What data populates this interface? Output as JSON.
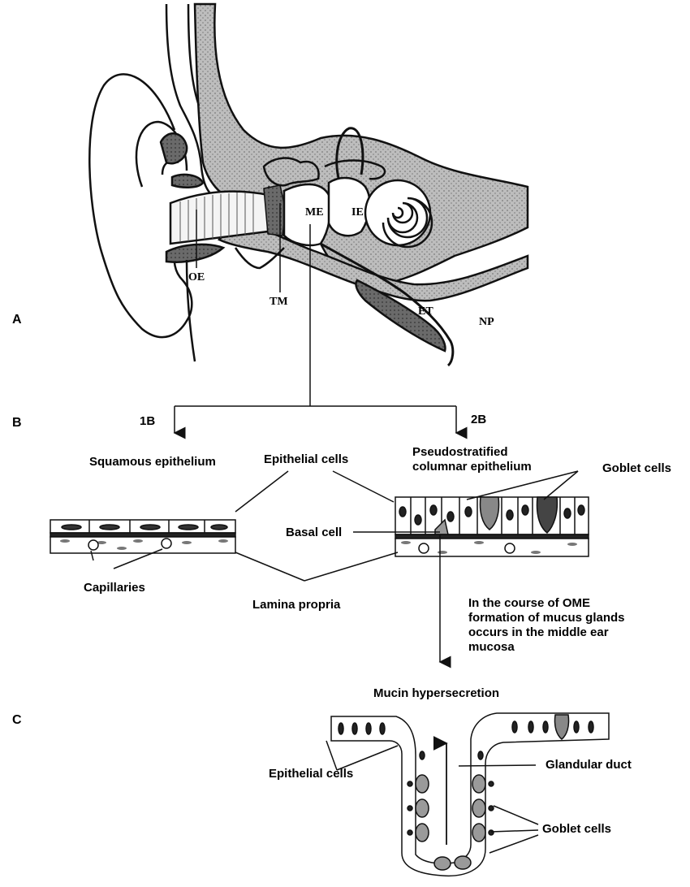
{
  "panels": {
    "a": "A",
    "b": "B",
    "c": "C"
  },
  "ear": {
    "oe": "OE",
    "tm": "TM",
    "me": "ME",
    "ie": "IE",
    "et": "ET",
    "np": "NP"
  },
  "branches": {
    "left": "1B",
    "right": "2B"
  },
  "labels": {
    "squamous": "Squamous  epithelium",
    "epithelial_cells": "Epithelial cells",
    "pseudo_line1": "Pseudostratified",
    "pseudo_line2": "columnar epithelium",
    "goblet_b": "Goblet cells",
    "basal_cell": "Basal cell",
    "capillaries": "Capillaries",
    "lamina_propria": "Lamina propria",
    "ome_text": [
      "In the course of OME",
      "formation of mucus glands",
      "occurs  in  the  middle  ear",
      "mucosa"
    ],
    "mucin": "Mucin hypersecretion",
    "epithelial_c": "Epithelial cells",
    "glandular_duct": "Glandular duct",
    "goblet_c": "Goblet cells"
  },
  "colors": {
    "ink": "#111111",
    "tissue_gray": "#a8a8a8",
    "dark_gray": "#555555",
    "goblet_gray": "#9a9a9a"
  }
}
